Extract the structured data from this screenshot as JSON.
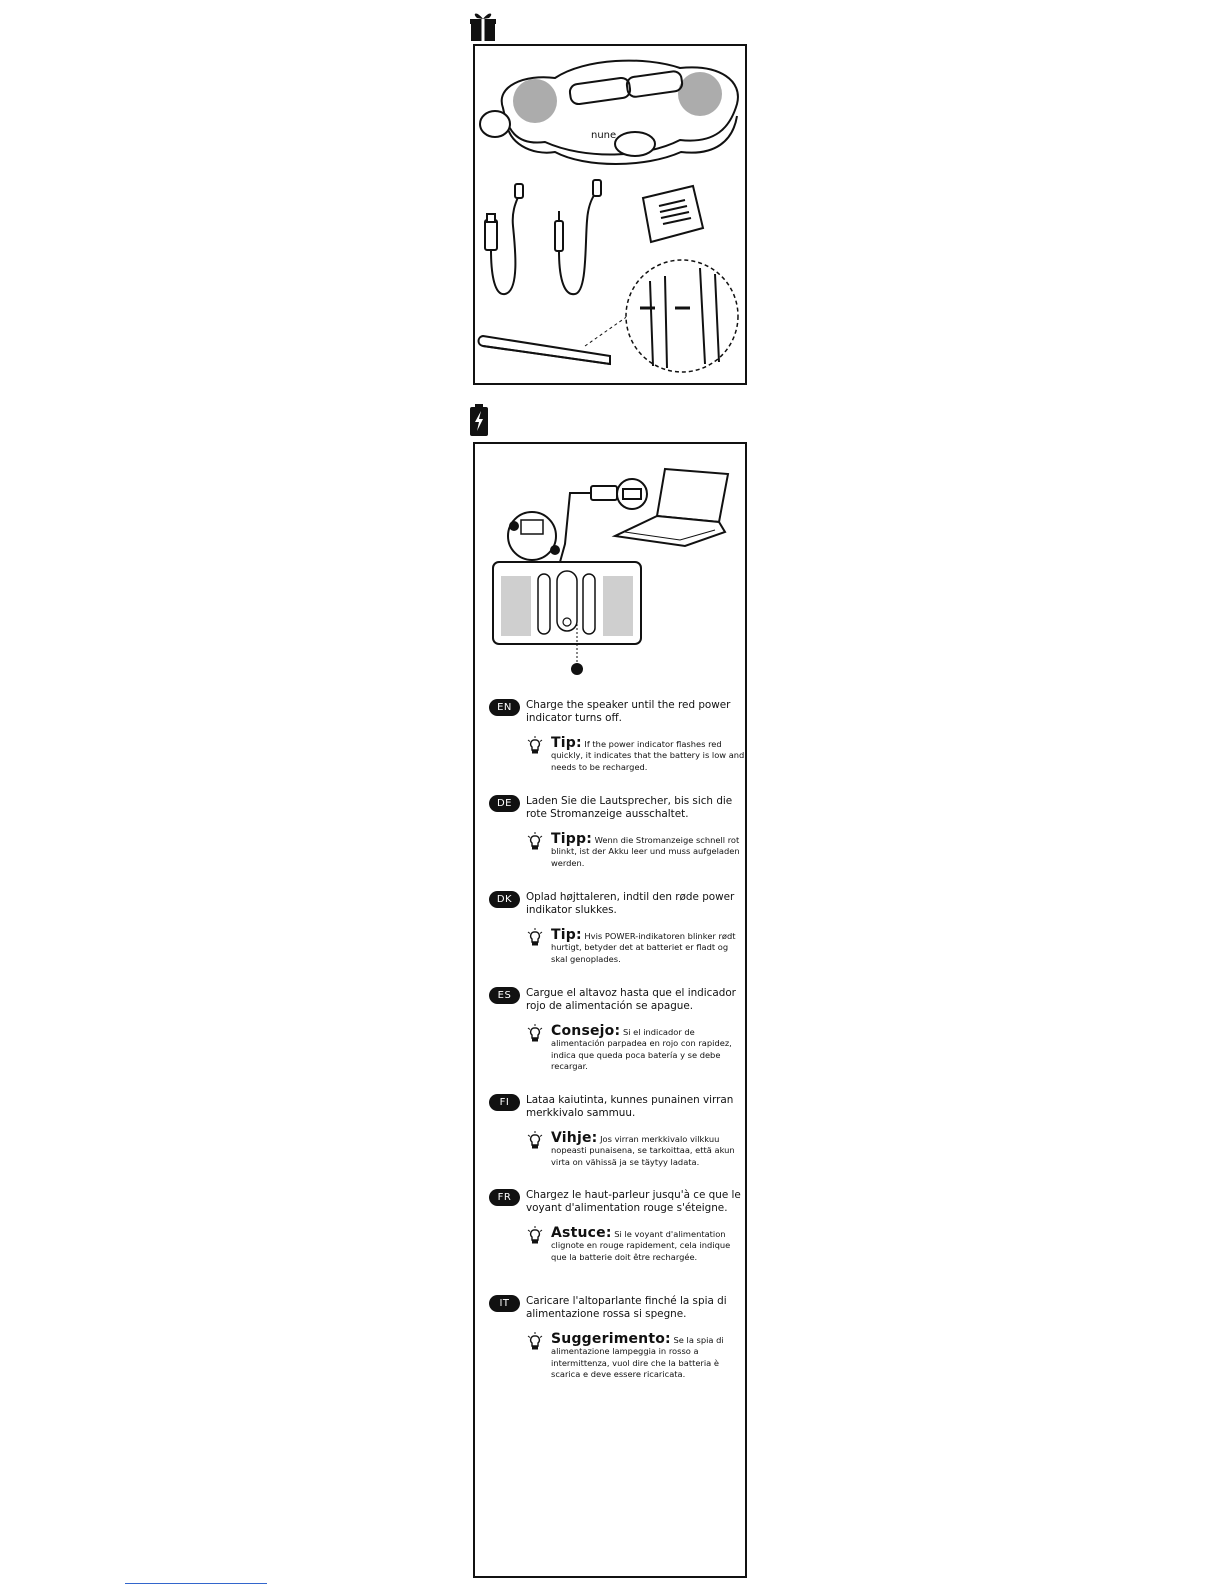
{
  "sections": {
    "box_icon": "gift-box-icon",
    "charge_icon": "battery-charging-icon"
  },
  "device": {
    "logo": "nune"
  },
  "instructions": [
    {
      "code": "EN",
      "text": "Charge the speaker until the red power indicator turns off.",
      "tip_word": "Tip:",
      "tip_text": "If the power indicator flashes red quickly, it indicates that the battery is low and needs to be recharged."
    },
    {
      "code": "DE",
      "text": "Laden Sie die Lautsprecher, bis sich die rote Stromanzeige ausschaltet.",
      "tip_word": "Tipp:",
      "tip_text": "Wenn die Stromanzeige schnell rot blinkt, ist der Akku leer und muss aufgeladen werden."
    },
    {
      "code": "DK",
      "text": "Oplad højttaleren, indtil den røde power indikator slukkes.",
      "tip_word": "Tip:",
      "tip_text": "Hvis POWER-indikatoren blinker rødt hurtigt, betyder det at batteriet er fladt og skal genoplades."
    },
    {
      "code": "ES",
      "text": "Cargue el altavoz hasta que el indicador rojo de alimentación se apague.",
      "tip_word": "Consejo:",
      "tip_text": "Si el indicador de alimentación parpadea en rojo con rapidez, indica que queda poca batería y se debe recargar."
    },
    {
      "code": "FI",
      "text": "Lataa kaiutinta, kunnes punainen virran merkkivalo sammuu.",
      "tip_word": "Vihje:",
      "tip_text": "Jos virran merkkivalo vilkkuu nopeasti punaisena, se tarkoittaa, että akun virta on vähissä ja se täytyy ladata."
    },
    {
      "code": "FR",
      "text": "Chargez le haut-parleur jusqu'à ce que le voyant d'alimentation rouge s'éteigne.",
      "tip_word": "Astuce:",
      "tip_text": "Si le voyant d'alimentation clignote en rouge rapidement, cela indique que la batterie doit être rechargée."
    },
    {
      "code": "IT",
      "text": "Caricare l'altoparlante finché la spia di alimentazione rossa si spegne.",
      "tip_word": "Suggerimento:",
      "tip_text": "Se la spia di alimentazione lampeggia in rosso a intermittenza, vuol dire che la batteria è scarica e deve essere ricaricata."
    }
  ]
}
